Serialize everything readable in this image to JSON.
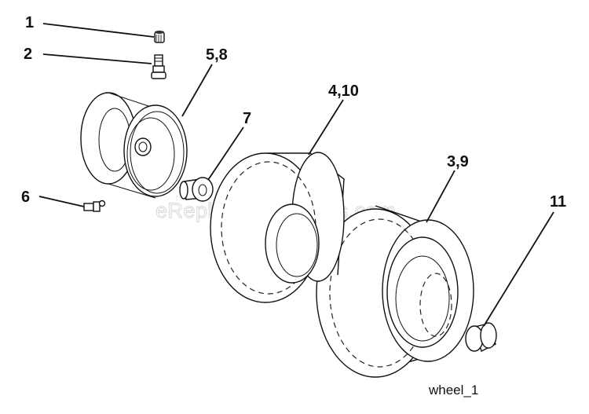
{
  "diagram": {
    "watermark": "eReplacementParts.com",
    "caption": "wheel_1",
    "callouts": [
      {
        "id": "c1",
        "label": "1",
        "part": "valve-cap"
      },
      {
        "id": "c2",
        "label": "2",
        "part": "valve-stem"
      },
      {
        "id": "c58",
        "label": "5,8",
        "part": "wheel-rim"
      },
      {
        "id": "c7",
        "label": "7",
        "part": "bushing"
      },
      {
        "id": "c410",
        "label": "4,10",
        "part": "front-tire"
      },
      {
        "id": "c39",
        "label": "3,9",
        "part": "rear-tire"
      },
      {
        "id": "c6",
        "label": "6",
        "part": "grease-fitting"
      },
      {
        "id": "c11",
        "label": "11",
        "part": "wheel-cap"
      }
    ]
  }
}
